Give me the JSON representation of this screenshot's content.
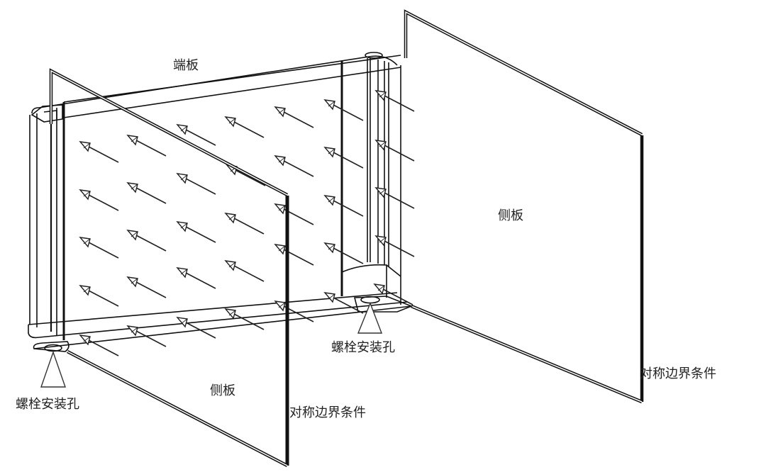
{
  "diagram": {
    "labels": {
      "end_plate": "端板",
      "side_plate_front": "侧板",
      "side_plate_rear": "侧板",
      "bolt_hole_left": "螺栓安装孔",
      "bolt_hole_right": "螺栓安装孔",
      "symmetry_bc_front": "对称边界条件",
      "symmetry_bc_rear": "对称边界条件"
    },
    "components": [
      {
        "name": "end-plate",
        "label": "端板"
      },
      {
        "name": "side-plate-front",
        "label": "侧板",
        "boundary": "对称边界条件"
      },
      {
        "name": "side-plate-rear",
        "label": "侧板",
        "boundary": "对称边界条件"
      },
      {
        "name": "bolt-hole-left",
        "label": "螺栓安装孔",
        "marker": "triangle-support-icon"
      },
      {
        "name": "bolt-hole-right",
        "label": "螺栓安装孔",
        "marker": "triangle-support-icon"
      }
    ],
    "load_arrows": {
      "rows": 5,
      "columns": 6,
      "icon": "pressure-arrow-icon"
    },
    "colors": {
      "line": "#111111",
      "background": "#ffffff",
      "text": "#222222"
    }
  }
}
